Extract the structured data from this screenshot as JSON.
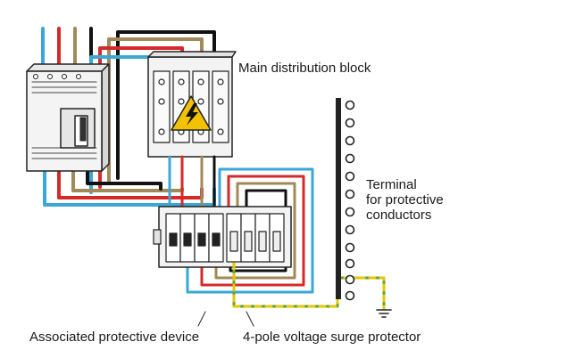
{
  "labels": {
    "main_distribution_block": "Main distribution block",
    "terminal_line1": "Terminal",
    "terminal_line2": "for protective",
    "terminal_line3": "conductors",
    "associated_protective_device": "Associated protective device",
    "surge_protector": "4-pole voltage surge protector"
  },
  "colors": {
    "wire_blue": "#3aa7d8",
    "wire_red": "#d42a2a",
    "wire_brown": "#a08a5a",
    "wire_black": "#111111",
    "wire_pe_green": "#5aa03a",
    "wire_pe_yellow": "#e6c700",
    "warning_yellow": "#f2c200",
    "device_body": "#f2f2f2",
    "outline": "#222222"
  },
  "icons": [
    "lightning-warning-icon",
    "ground-symbol-icon"
  ]
}
